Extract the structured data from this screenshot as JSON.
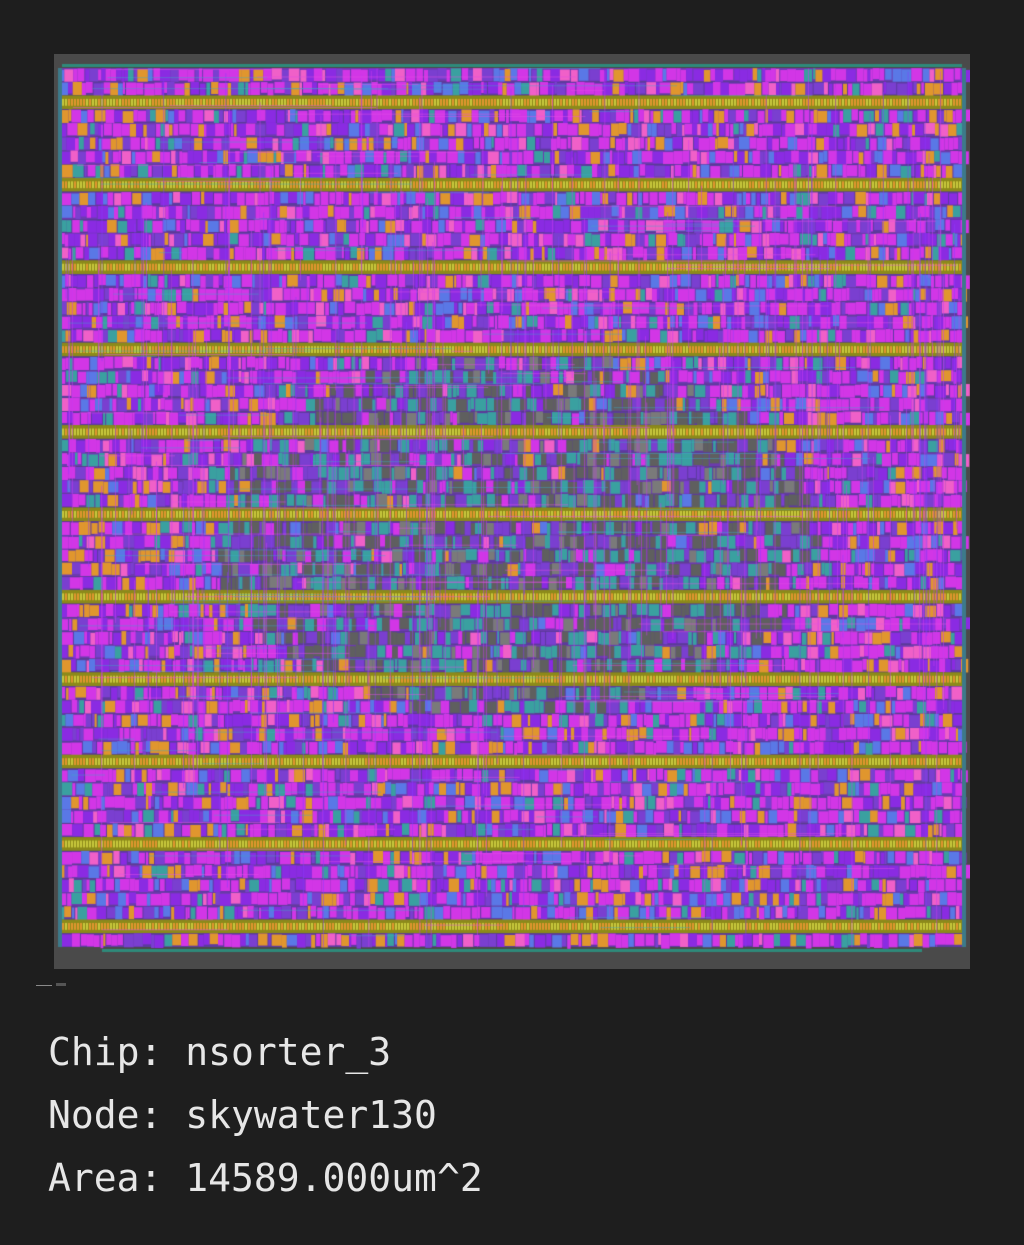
{
  "layout_view": {
    "palette": {
      "background": "#1e1e1e",
      "die": "#4a4a4a",
      "magenta": "#d236e6",
      "violet": "#8a2be2",
      "purple": "#7a3fd0",
      "orange": "#e0962e",
      "olive": "#9a9a1e",
      "yellow": "#c8c83c",
      "teal": "#3aa0a0",
      "blue": "#5a78e6",
      "pink": "#f060c8",
      "text": "#e6e6e6"
    }
  },
  "info": {
    "chip_label": "Chip:",
    "chip_value": "nsorter_3",
    "node_label": "Node:",
    "node_value": "skywater130",
    "area_label": "Area:",
    "area_value": "14589.000um^2"
  }
}
